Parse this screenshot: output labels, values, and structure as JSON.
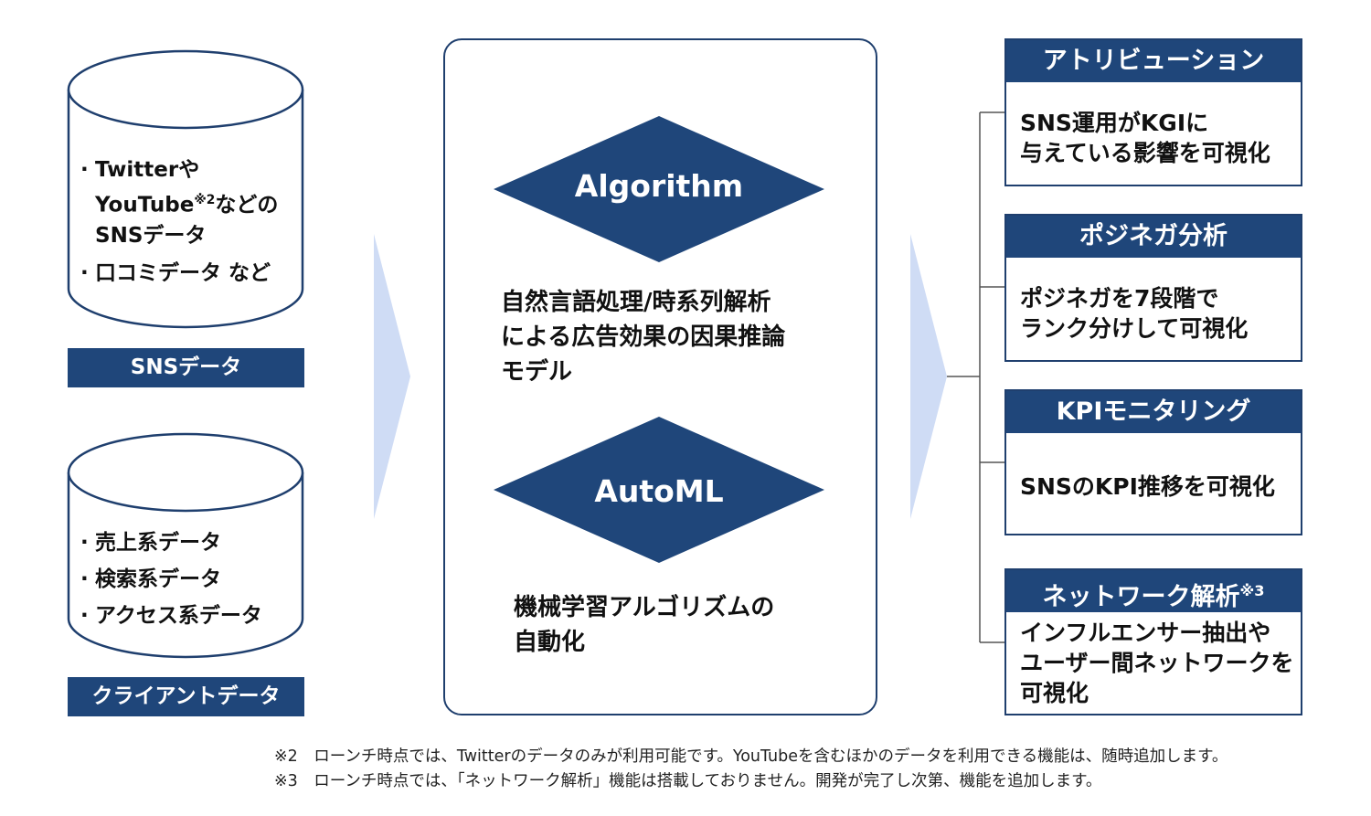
{
  "sources": [
    {
      "items": [
        {
          "lines": [
            "Twitterや",
            "YouTube",
            "などのSNSデータ"
          ],
          "sup": "※2"
        },
        {
          "lines": [
            "口コミデータ など"
          ]
        }
      ],
      "label": "SNSデータ"
    },
    {
      "items": [
        {
          "lines": [
            "売上系データ"
          ]
        },
        {
          "lines": [
            "検索系データ"
          ]
        },
        {
          "lines": [
            "アクセス系データ"
          ]
        }
      ],
      "label": "クライアントデータ"
    }
  ],
  "center": {
    "algorithm": {
      "title": "Algorithm",
      "desc": [
        "自然言語処理/時系列解析",
        "による広告効果の因果推論",
        "モデル"
      ]
    },
    "automl": {
      "title": "AutoML",
      "desc": [
        "機械学習アルゴリズムの",
        "自動化"
      ]
    }
  },
  "outputs": [
    {
      "title": "アトリビューション",
      "title_sup": "",
      "body": [
        "SNS運用がKGIに",
        "与えている影響を可視化"
      ]
    },
    {
      "title": "ポジネガ分析",
      "title_sup": "",
      "body": [
        "ポジネガを7段階で",
        "ランク分けして可視化"
      ]
    },
    {
      "title": "KPIモニタリング",
      "title_sup": "",
      "body": [
        "SNSのKPI推移を可視化"
      ]
    },
    {
      "title": "ネットワーク解析",
      "title_sup": "※3",
      "body": [
        "インフルエンサー抽出や",
        "ユーザー間ネットワークを",
        "可視化"
      ]
    }
  ],
  "footnotes": [
    "※2　ローンチ時点では、Twitterのデータのみが利用可能です。YouTubeを含むほかのデータを利用できる機能は、随時追加します。",
    "※3　ローンチ時点では、「ネットワーク解析」機能は搭載しておりません。開発が完了し次第、機能を追加します。"
  ],
  "colors": {
    "navy": "#1f467a",
    "arrow": "#cfdcf5"
  }
}
